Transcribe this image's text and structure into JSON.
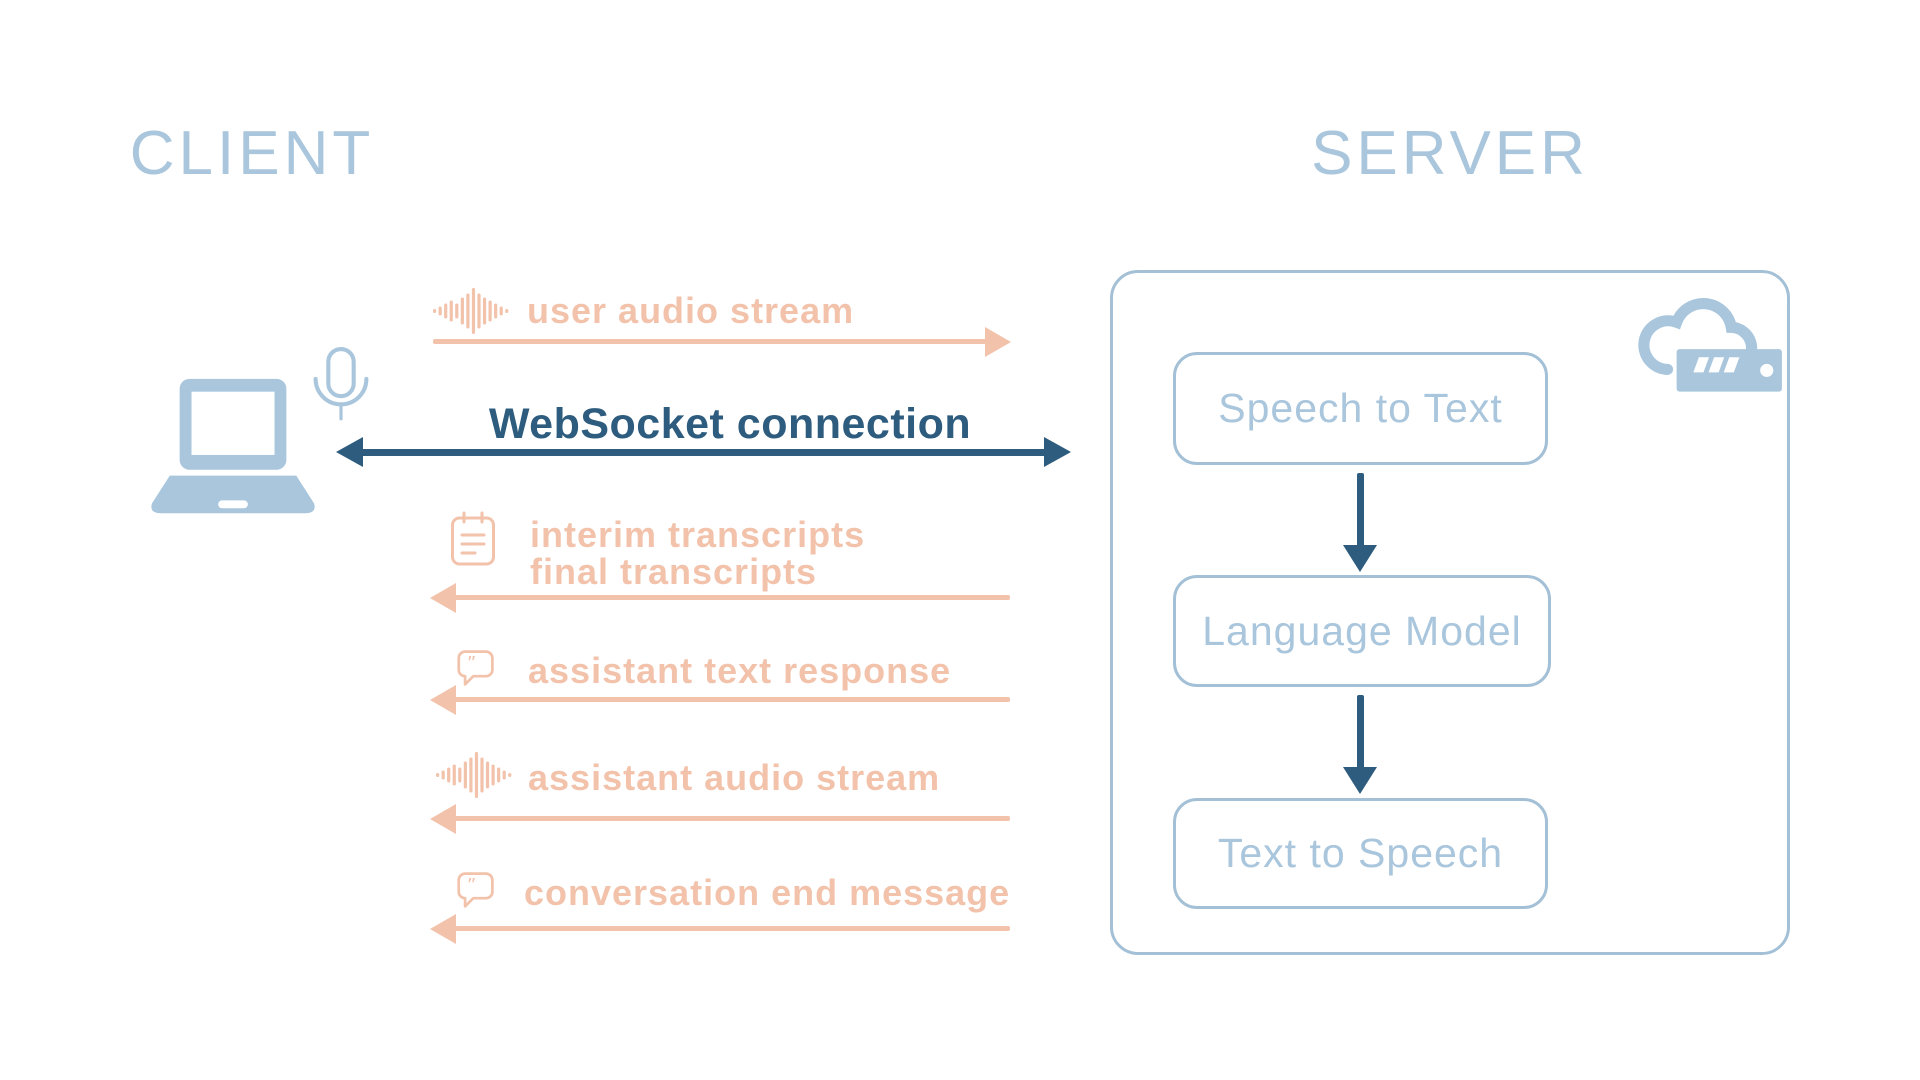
{
  "colors": {
    "light_blue": "#a9c6dd",
    "dark_blue": "#2d5c7e",
    "salmon": "#f2c2ab",
    "box_border": "#a3c0d6"
  },
  "client": {
    "title": "CLIENT"
  },
  "server": {
    "title": "SERVER",
    "pipeline": [
      "Speech to Text",
      "Language Model",
      "Text to Speech"
    ]
  },
  "connection": {
    "label": "WebSocket connection",
    "direction": "bidirectional"
  },
  "messages": [
    {
      "label": "user audio stream",
      "icon": "waveform-icon",
      "direction": "client-to-server"
    },
    {
      "label": "interim transcripts",
      "label2": "final transcripts",
      "icon": "notepad-icon",
      "direction": "server-to-client"
    },
    {
      "label": "assistant text response",
      "icon": "speech-bubble-icon",
      "direction": "server-to-client"
    },
    {
      "label": "assistant audio stream",
      "icon": "waveform-icon",
      "direction": "server-to-client"
    },
    {
      "label": "conversation end message",
      "icon": "speech-bubble-icon",
      "direction": "server-to-client"
    }
  ]
}
